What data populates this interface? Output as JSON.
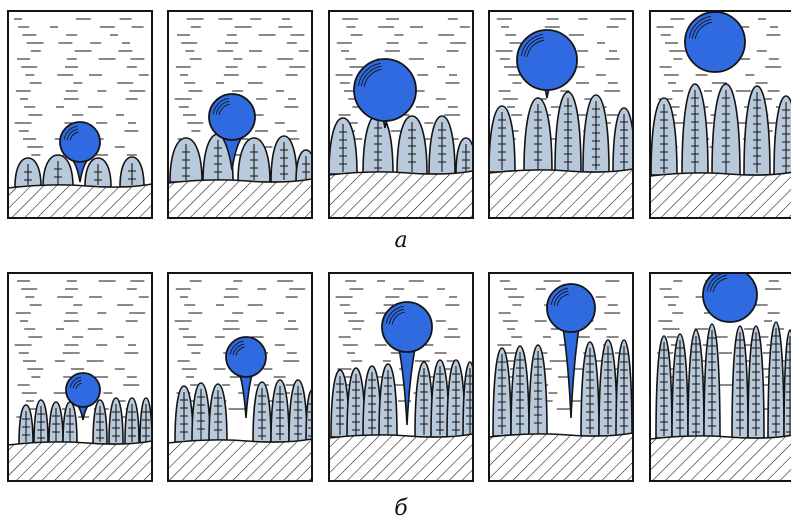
{
  "captions": {
    "row_a": "а",
    "row_b": "б"
  },
  "colors": {
    "drop": "#2f6ae0",
    "spike": "#b9c9dc",
    "stroke": "#141414",
    "background": "#ffffff"
  },
  "rows": [
    {
      "id": "a",
      "panels": [
        {
          "drop_stage": "attached",
          "spike_level": 0.25
        },
        {
          "drop_stage": "attached",
          "spike_level": 0.45
        },
        {
          "drop_stage": "neck",
          "spike_level": 0.62
        },
        {
          "drop_stage": "neck",
          "spike_level": 0.74
        },
        {
          "drop_stage": "detached",
          "spike_level": 0.8
        }
      ]
    },
    {
      "id": "b",
      "panels": [
        {
          "drop_stage": "attached",
          "spike_level": 0.3
        },
        {
          "drop_stage": "neck",
          "spike_level": 0.45
        },
        {
          "drop_stage": "neck",
          "spike_level": 0.6
        },
        {
          "drop_stage": "neck",
          "spike_level": 0.75
        },
        {
          "drop_stage": "detached",
          "spike_level": 0.85
        }
      ]
    }
  ]
}
